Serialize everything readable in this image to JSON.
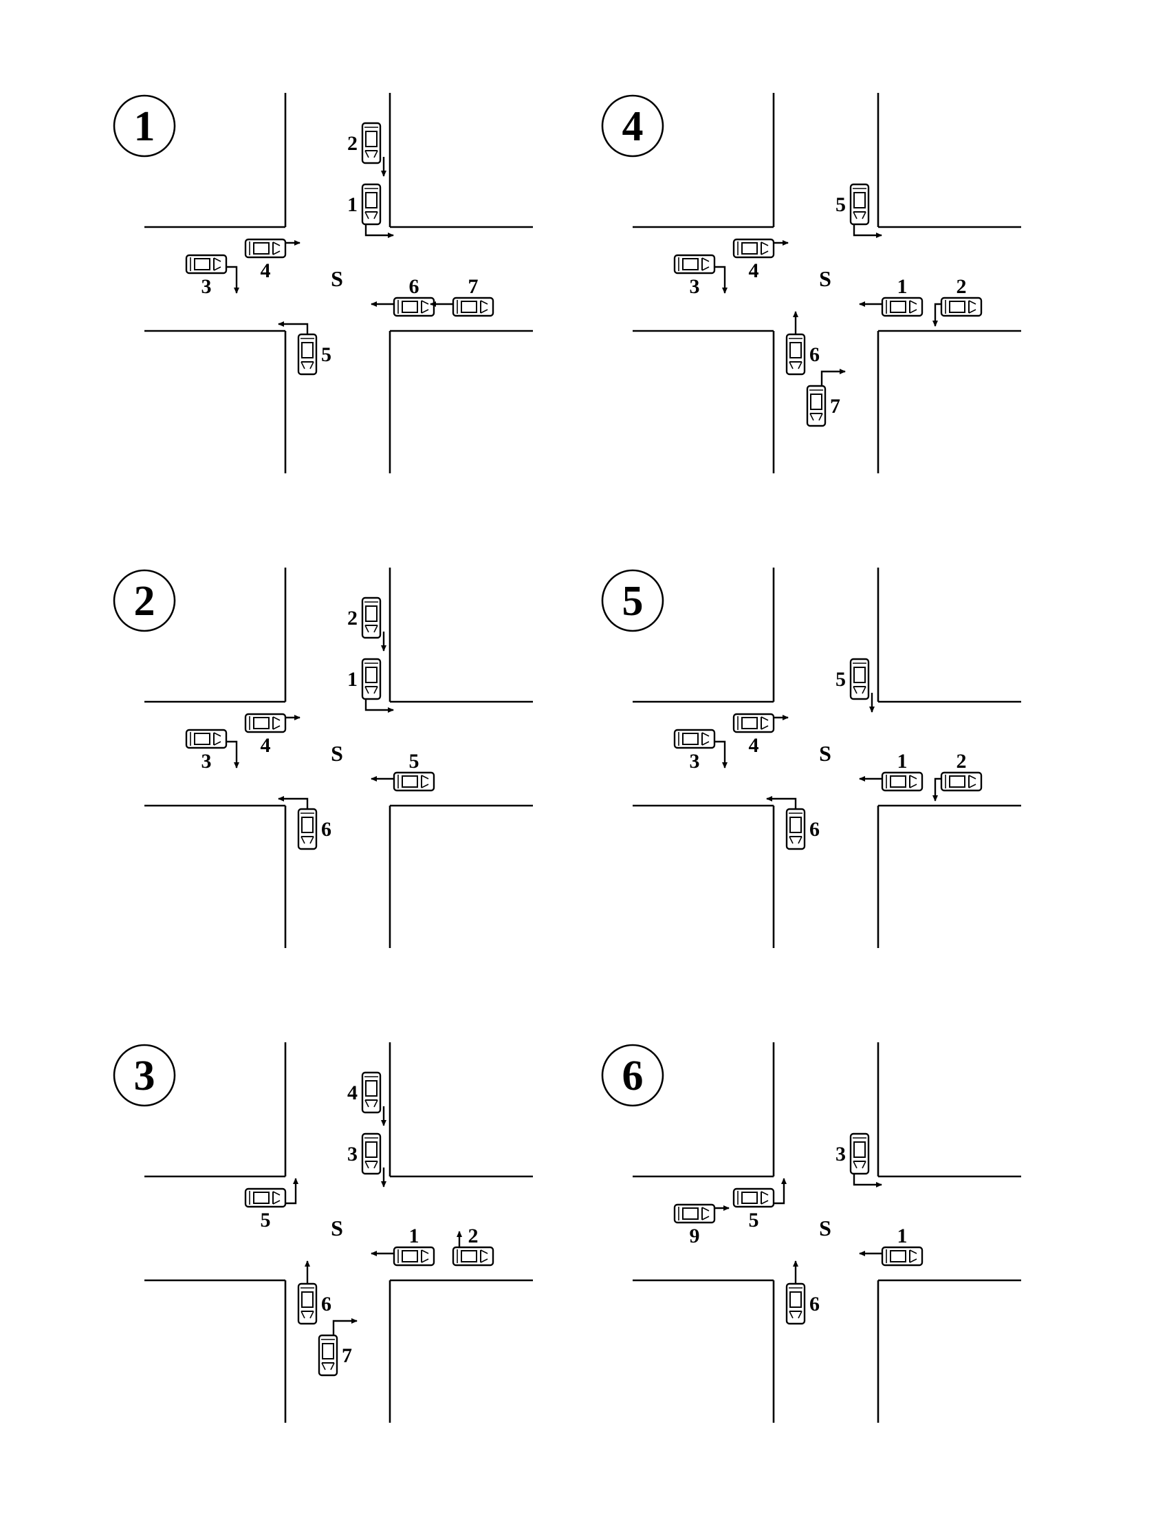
{
  "panels": [
    {
      "number": "1",
      "center_label": "S",
      "cars": [
        {
          "label": "2",
          "lane": "N",
          "slot": 1,
          "turn": "straight"
        },
        {
          "label": "1",
          "lane": "N",
          "slot": 0,
          "turn": "left"
        },
        {
          "label": "4",
          "lane": "W",
          "slot": 0,
          "turn": "straight"
        },
        {
          "label": "3",
          "lane": "W",
          "slot": 1,
          "turn": "right"
        },
        {
          "label": "6",
          "lane": "E",
          "slot": 0,
          "turn": "straight"
        },
        {
          "label": "7",
          "lane": "E",
          "slot": 1,
          "turn": "straight"
        },
        {
          "label": "5",
          "lane": "S",
          "slot": 0,
          "turn": "left"
        }
      ]
    },
    {
      "number": "2",
      "center_label": "S",
      "cars": [
        {
          "label": "2",
          "lane": "N",
          "slot": 1,
          "turn": "straight"
        },
        {
          "label": "1",
          "lane": "N",
          "slot": 0,
          "turn": "left"
        },
        {
          "label": "4",
          "lane": "W",
          "slot": 0,
          "turn": "straight"
        },
        {
          "label": "3",
          "lane": "W",
          "slot": 1,
          "turn": "right"
        },
        {
          "label": "5",
          "lane": "E",
          "slot": 0,
          "turn": "straight"
        },
        {
          "label": "6",
          "lane": "S",
          "slot": 0,
          "turn": "left"
        }
      ]
    },
    {
      "number": "3",
      "center_label": "S",
      "cars": [
        {
          "label": "4",
          "lane": "N",
          "slot": 1,
          "turn": "straight"
        },
        {
          "label": "3",
          "lane": "N",
          "slot": 0,
          "turn": "straight"
        },
        {
          "label": "5",
          "lane": "W",
          "slot": 0,
          "turn": "left"
        },
        {
          "label": "1",
          "lane": "E",
          "slot": 0,
          "turn": "straight"
        },
        {
          "label": "2",
          "lane": "E",
          "slot": 1,
          "turn": "right"
        },
        {
          "label": "6",
          "lane": "S",
          "slot": 0,
          "turn": "straight"
        },
        {
          "label": "7",
          "lane": "S",
          "slot": 1,
          "turn": "right"
        }
      ]
    },
    {
      "number": "4",
      "center_label": "S",
      "cars": [
        {
          "label": "5",
          "lane": "N",
          "slot": 0,
          "turn": "left"
        },
        {
          "label": "4",
          "lane": "W",
          "slot": 0,
          "turn": "straight"
        },
        {
          "label": "3",
          "lane": "W",
          "slot": 1,
          "turn": "right"
        },
        {
          "label": "1",
          "lane": "E",
          "slot": 0,
          "turn": "straight"
        },
        {
          "label": "2",
          "lane": "E",
          "slot": 1,
          "turn": "left"
        },
        {
          "label": "6",
          "lane": "S",
          "slot": 0,
          "turn": "straight"
        },
        {
          "label": "7",
          "lane": "S",
          "slot": 1,
          "turn": "right"
        }
      ]
    },
    {
      "number": "5",
      "center_label": "S",
      "cars": [
        {
          "label": "5",
          "lane": "N",
          "slot": 0,
          "turn": "straight"
        },
        {
          "label": "4",
          "lane": "W",
          "slot": 0,
          "turn": "straight"
        },
        {
          "label": "3",
          "lane": "W",
          "slot": 1,
          "turn": "right"
        },
        {
          "label": "1",
          "lane": "E",
          "slot": 0,
          "turn": "straight"
        },
        {
          "label": "2",
          "lane": "E",
          "slot": 1,
          "turn": "left"
        },
        {
          "label": "6",
          "lane": "S",
          "slot": 0,
          "turn": "left"
        }
      ]
    },
    {
      "number": "6",
      "center_label": "S",
      "cars": [
        {
          "label": "3",
          "lane": "N",
          "slot": 0,
          "turn": "left"
        },
        {
          "label": "5",
          "lane": "W",
          "slot": 0,
          "turn": "left"
        },
        {
          "label": "9",
          "lane": "W",
          "slot": 1,
          "turn": "straight"
        },
        {
          "label": "1",
          "lane": "E",
          "slot": 0,
          "turn": "straight"
        },
        {
          "label": "6",
          "lane": "S",
          "slot": 0,
          "turn": "straight"
        }
      ]
    }
  ]
}
